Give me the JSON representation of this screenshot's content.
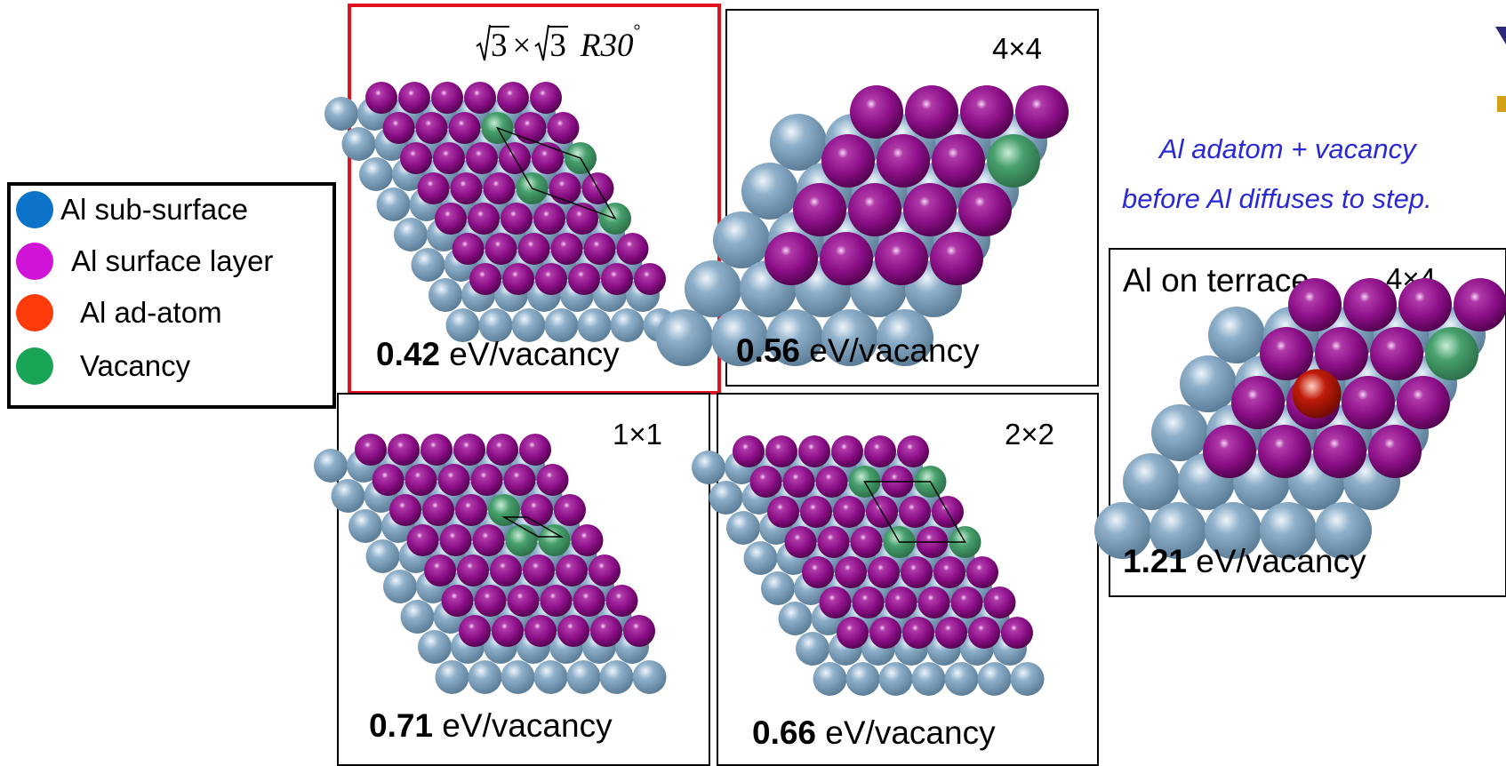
{
  "legend": {
    "items": [
      {
        "label": "Al sub-surface",
        "color": "#0b74c8"
      },
      {
        "label": "Al surface layer",
        "color": "#d013d6"
      },
      {
        "label": "Al ad-atom",
        "color": "#ff3b0a"
      },
      {
        "label": "Vacancy",
        "color": "#19a555"
      }
    ]
  },
  "colors": {
    "sub_surface_atom": "#8fb0ca",
    "surface_atom": "#8c0f88",
    "vacancy_atom": "#47a06d",
    "adatom": "#c01b0a",
    "highlight_border": "#e0141e",
    "note_text": "#2a2ad4"
  },
  "panels": {
    "sqrt3": {
      "cell_sqrt": "3",
      "cell_op": "×",
      "cell_rot": "R30",
      "cell_deg": "°",
      "energy_value": "0.42",
      "energy_unit": " eV/vacancy"
    },
    "p4x4": {
      "cell": "4×4",
      "energy_value": "0.56",
      "energy_unit": " eV/vacancy"
    },
    "p1x1": {
      "cell": "1×1",
      "energy_value": "0.71",
      "energy_unit": " eV/vacancy"
    },
    "p2x2": {
      "cell": "2×2",
      "energy_value": "0.66",
      "energy_unit": " eV/vacancy"
    },
    "terrace": {
      "title": "Al on terrace",
      "cell": "4×4",
      "energy_value": "1.21",
      "energy_unit": " eV/vacancy"
    }
  },
  "note": {
    "line1": "Al adatom + vacancy",
    "line2": "before Al diffuses to step."
  }
}
